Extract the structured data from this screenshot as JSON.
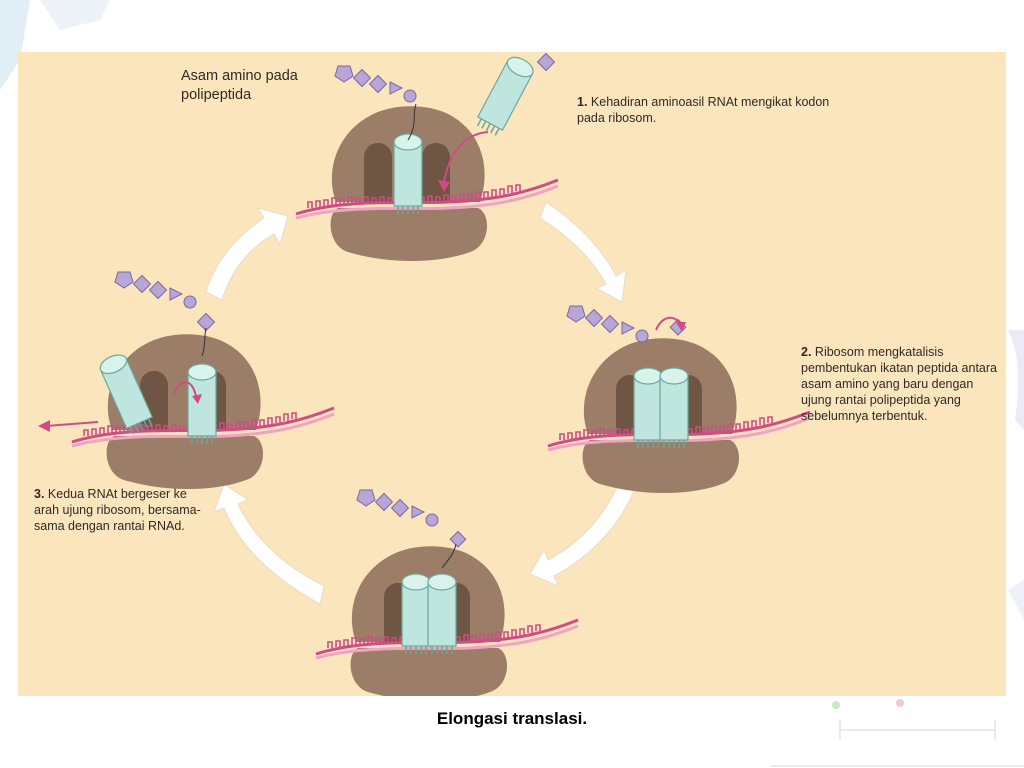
{
  "figure": {
    "header_label": "Asam amino pada polipeptida",
    "steps": [
      {
        "number": "1.",
        "text": "Kehadiran aminoasil RNAt mengikat kodon pada ribosom."
      },
      {
        "number": "2.",
        "text": "Ribosom mengkatalisis pembentukan ikatan peptida antara asam amino yang baru dengan ujung rantai polipeptida yang sebelumnya terbentuk."
      },
      {
        "number": "3.",
        "text": "Kedua RNAt bergeser ke arah ujung ribosom, bersama-sama dengan rantai RNAd."
      }
    ]
  },
  "caption": "Elongasi translasi.",
  "colors": {
    "background": "#fbe5bd",
    "ribosom": "#9b7d68",
    "trna": "#bfe6de",
    "mrna": "#d24b86",
    "amino_acid": "#b7a6d6",
    "arrow": "#ffffff"
  }
}
